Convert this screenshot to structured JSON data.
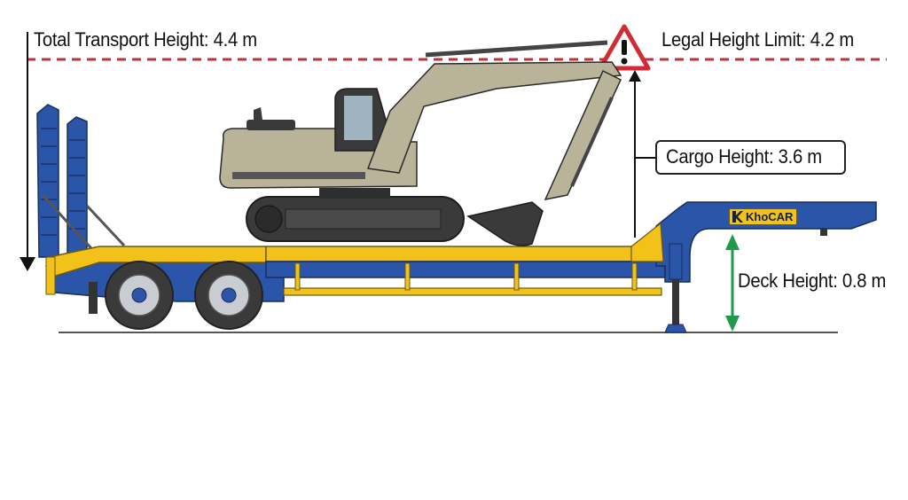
{
  "diagram": {
    "subject": "Excavator loaded on lowboy semi-trailer — height clearance diagram",
    "annotations": {
      "total_transport_height": "Total Transport Height: 4.4 m",
      "legal_height_limit": "Legal Height Limit: 4.2 m",
      "cargo_height": "Cargo Height: 3.6 m",
      "deck_height": "Deck Height: 0.8 m"
    },
    "values": {
      "total_transport_height_m": 4.4,
      "legal_height_limit_m": 4.2,
      "cargo_height_m": 3.6,
      "deck_height_m": 0.8
    },
    "brand_label": "KhoCAR",
    "warning_icon": "warning-triangle-icon",
    "colors": {
      "limit_line": "#c0323a",
      "trailer_blue": "#2a55a8",
      "trailer_yellow": "#f2c21b",
      "excavator_body": "#b9b39a",
      "track_dark": "#3a3a3a",
      "deck_arrow_green": "#1f9a4a",
      "ground_line": "#555555"
    }
  }
}
